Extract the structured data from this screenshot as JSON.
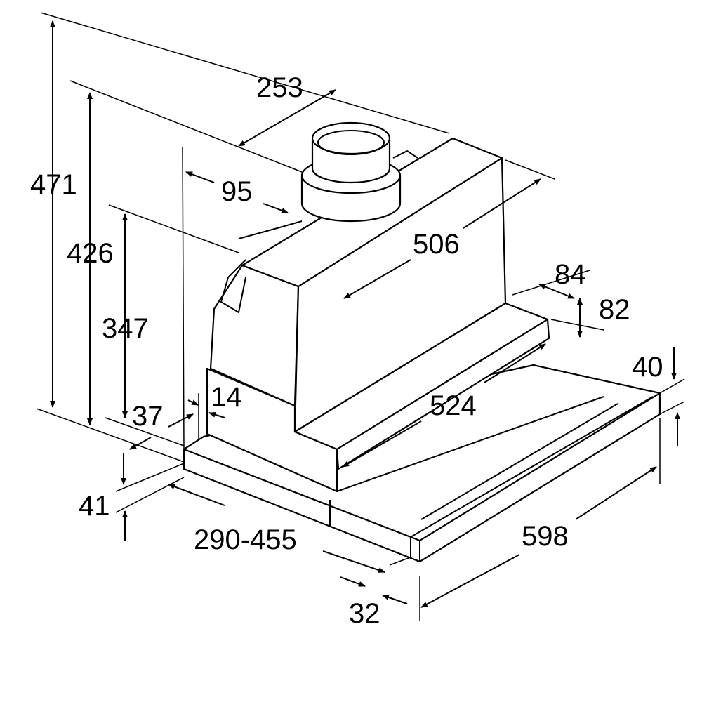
{
  "title": "Telescopic cooker hood dimension drawing",
  "dimensions": {
    "d253": "253",
    "d471": "471",
    "d426": "426",
    "d95": "95",
    "d506": "506",
    "d84": "84",
    "d82": "82",
    "d347": "347",
    "d14": "14",
    "d37": "37",
    "d40": "40",
    "d524": "524",
    "d41": "41",
    "d290_455": "290-455",
    "d598": "598",
    "d32": "32"
  },
  "colors": {
    "line": "#000000",
    "background": "#ffffff"
  }
}
